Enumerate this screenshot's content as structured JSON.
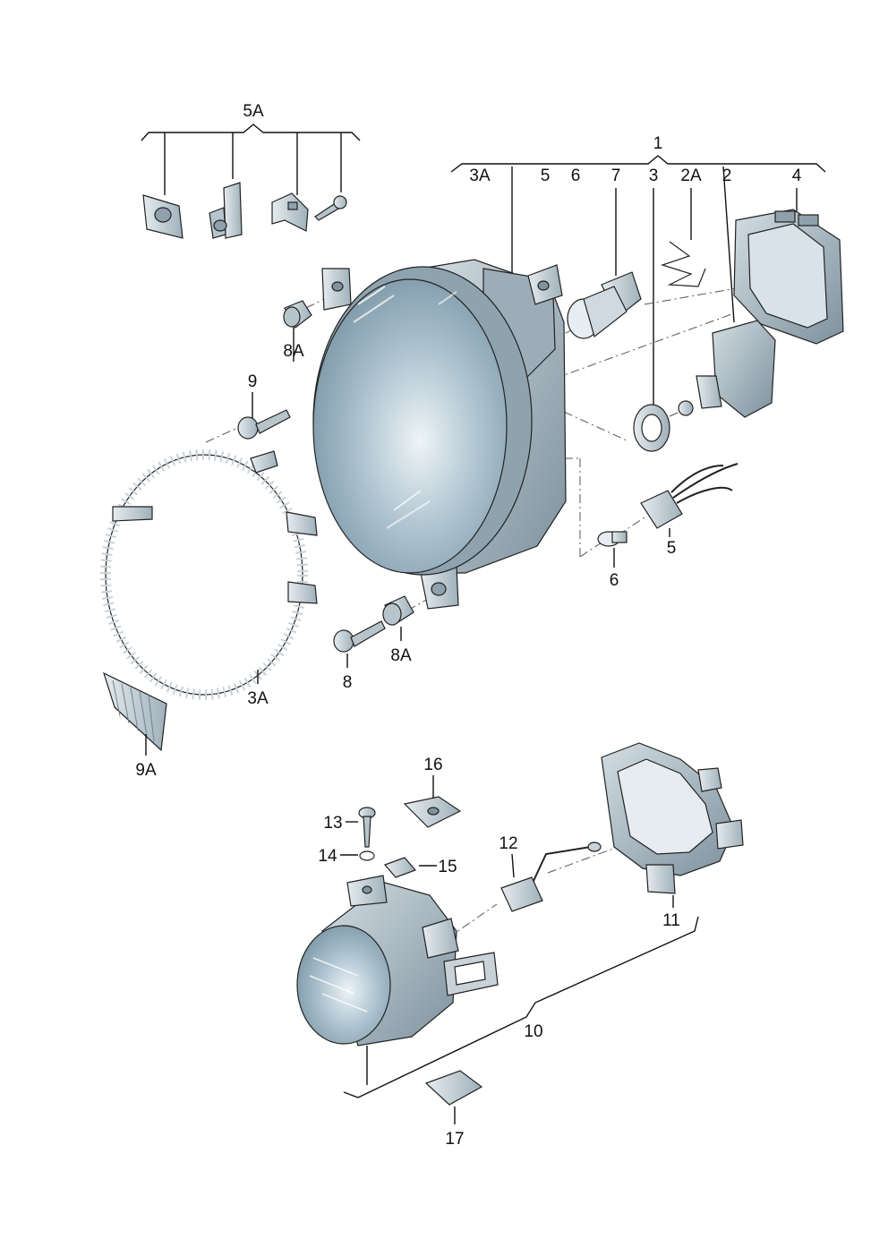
{
  "colors": {
    "lens": "#9fb7c6",
    "lens_light": "#dfe9ef",
    "housing": "#a9b9c4",
    "housing_dark": "#7f939f",
    "metal": "#c9d2d8",
    "outline": "#222222"
  },
  "callouts": {
    "c1": "1",
    "c2": "2",
    "c2A": "2A",
    "c3": "3",
    "c3A_top": "3A",
    "c3A_ring": "3A",
    "c4": "4",
    "c5_top": "5",
    "c5": "5",
    "c5A": "5A",
    "c6_top": "6",
    "c6": "6",
    "c7": "7",
    "c8": "8",
    "c8A_top": "8A",
    "c8A_bottom": "8A",
    "c9": "9",
    "c9A": "9A",
    "c10": "10",
    "c11": "11",
    "c12": "12",
    "c13": "13",
    "c14": "14",
    "c15": "15",
    "c16": "16",
    "c17": "17"
  }
}
